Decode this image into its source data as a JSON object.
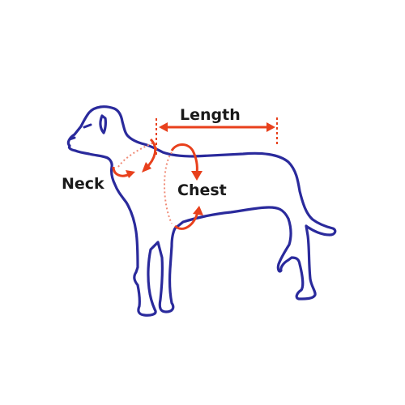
{
  "labels": {
    "length": "Length",
    "neck": "Neck",
    "chest": "Chest"
  },
  "colors": {
    "outline": "#2a2a9c",
    "measure": "#e8401c",
    "dotted": "#f08c78",
    "text": "#1a1a1a"
  }
}
